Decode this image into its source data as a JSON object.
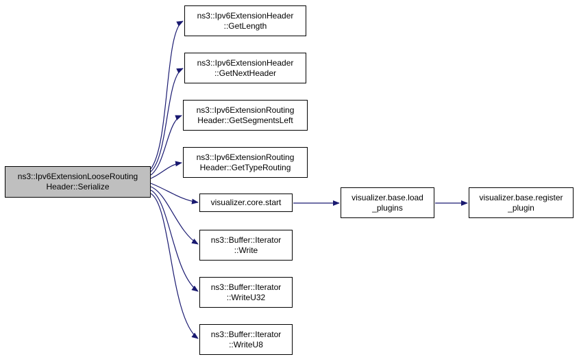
{
  "diagram": {
    "type": "call-graph",
    "background": "#ffffff",
    "edge_color": "#191970",
    "node_bg": "#ffffff",
    "node_border": "#000000",
    "highlight_bg": "#bfbfbf",
    "nodes": {
      "serialize": {
        "line1": "ns3::Ipv6ExtensionLooseRouting",
        "line2": "Header::Serialize"
      },
      "getlength": {
        "line1": "ns3::Ipv6ExtensionHeader",
        "line2": "::GetLength"
      },
      "getnextheader": {
        "line1": "ns3::Ipv6ExtensionHeader",
        "line2": "::GetNextHeader"
      },
      "getsegmentsleft": {
        "line1": "ns3::Ipv6ExtensionRouting",
        "line2": "Header::GetSegmentsLeft"
      },
      "gettyperouting": {
        "line1": "ns3::Ipv6ExtensionRouting",
        "line2": "Header::GetTypeRouting"
      },
      "corestart": {
        "line1": "visualizer.core.start",
        "line2": ""
      },
      "write": {
        "line1": "ns3::Buffer::Iterator",
        "line2": "::Write"
      },
      "writeu32": {
        "line1": "ns3::Buffer::Iterator",
        "line2": "::WriteU32"
      },
      "writeu8": {
        "line1": "ns3::Buffer::Iterator",
        "line2": "::WriteU8"
      },
      "loadplugins": {
        "line1": "visualizer.base.load",
        "line2": "_plugins"
      },
      "registerplugin": {
        "line1": "visualizer.base.register",
        "line2": "_plugin"
      }
    }
  }
}
